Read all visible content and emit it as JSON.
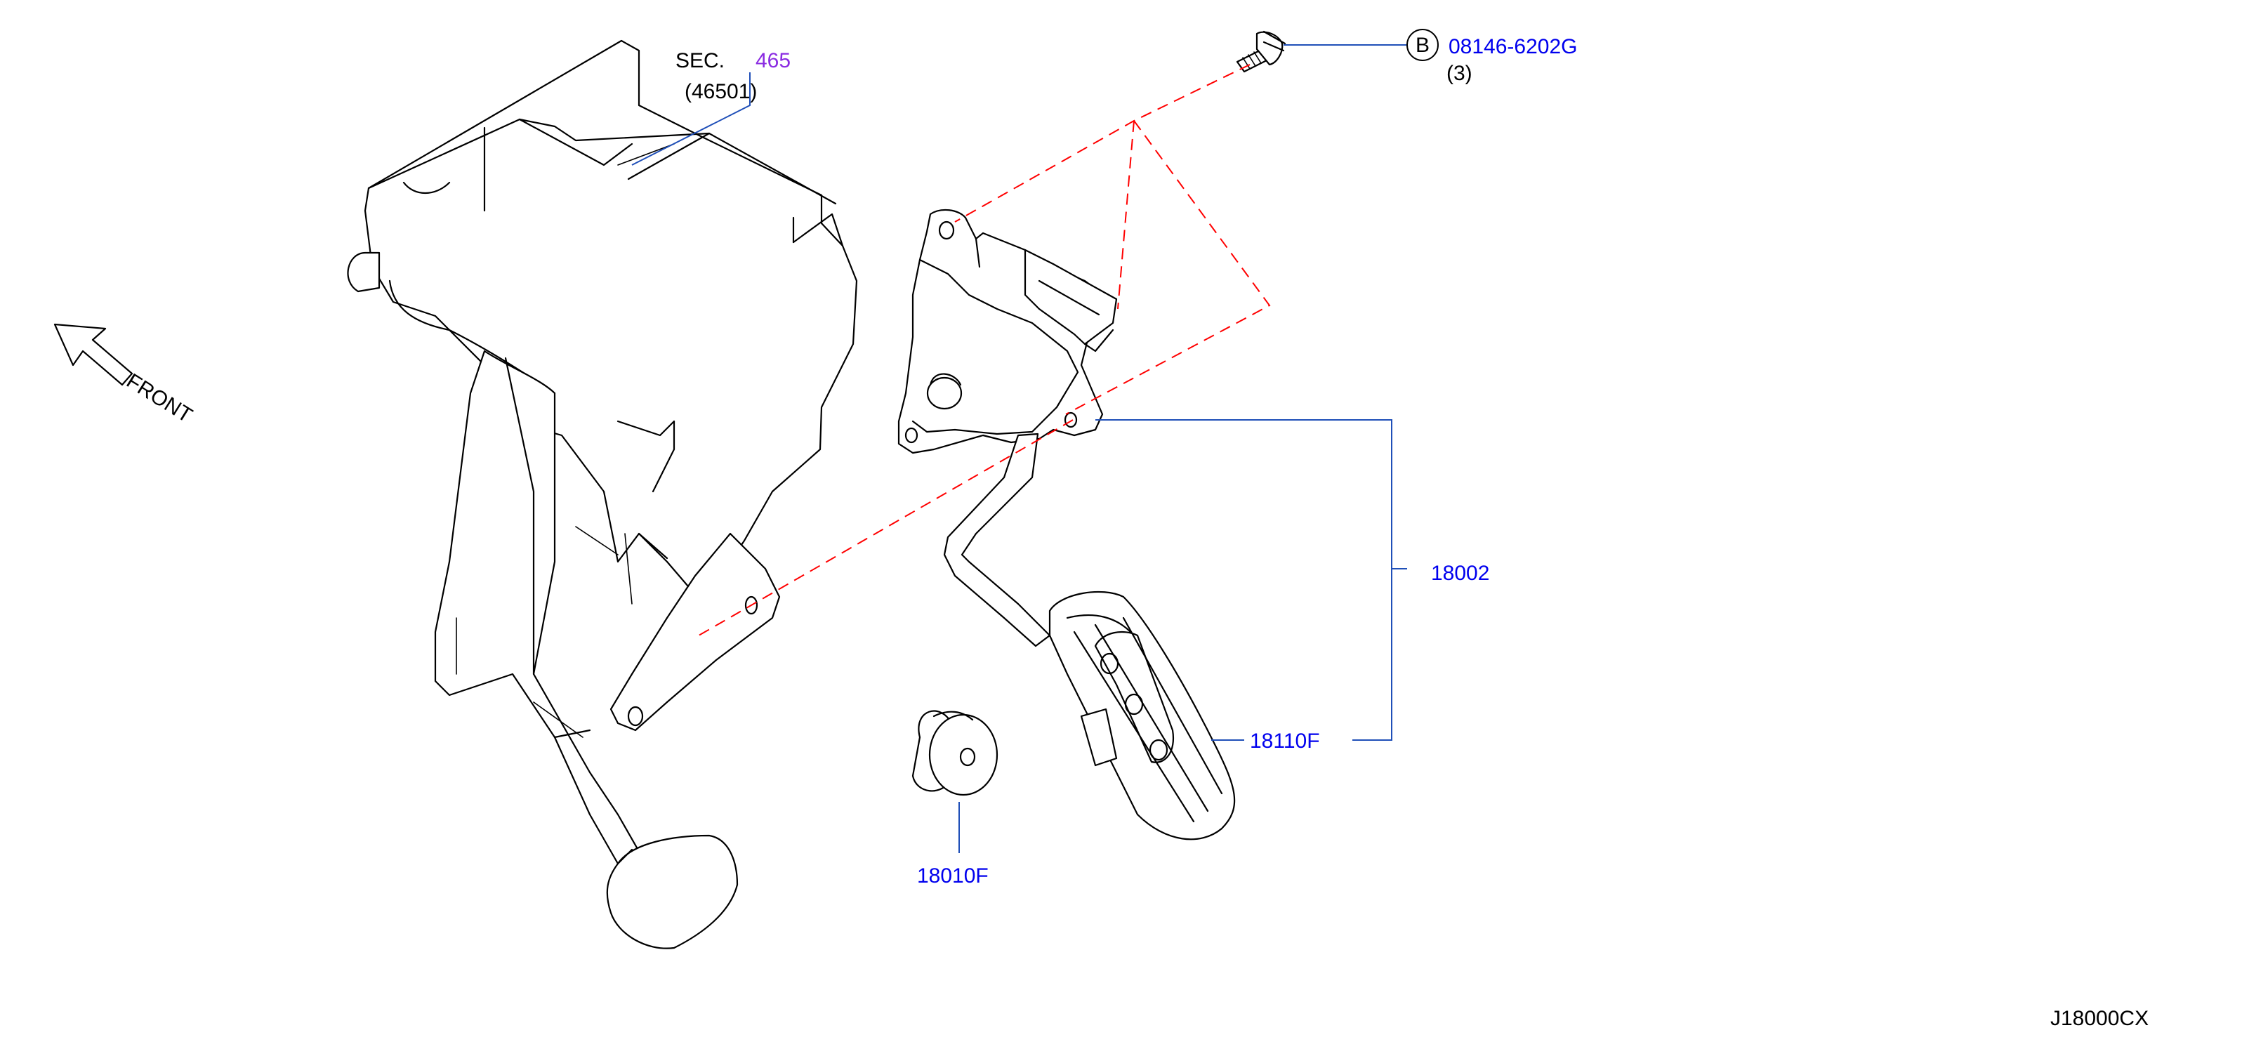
{
  "diagram": {
    "section_ref": {
      "prefix": "SEC.",
      "number": "465",
      "sub": "(46501)"
    },
    "front_label": "FRONT",
    "callouts": {
      "bolt_marker": "B",
      "bolt_part": "08146-6202G",
      "bolt_qty": "(3)",
      "pedal_assembly": "18002",
      "pedal_pad": "18110F",
      "stopper": "18010F"
    },
    "drawing_id": "J18000CX",
    "colors": {
      "part_number_text": "#0000ee",
      "section_number_text": "#8a2be2",
      "leader_line": "#1f4fb8",
      "phantom_line": "#ff0000"
    }
  }
}
